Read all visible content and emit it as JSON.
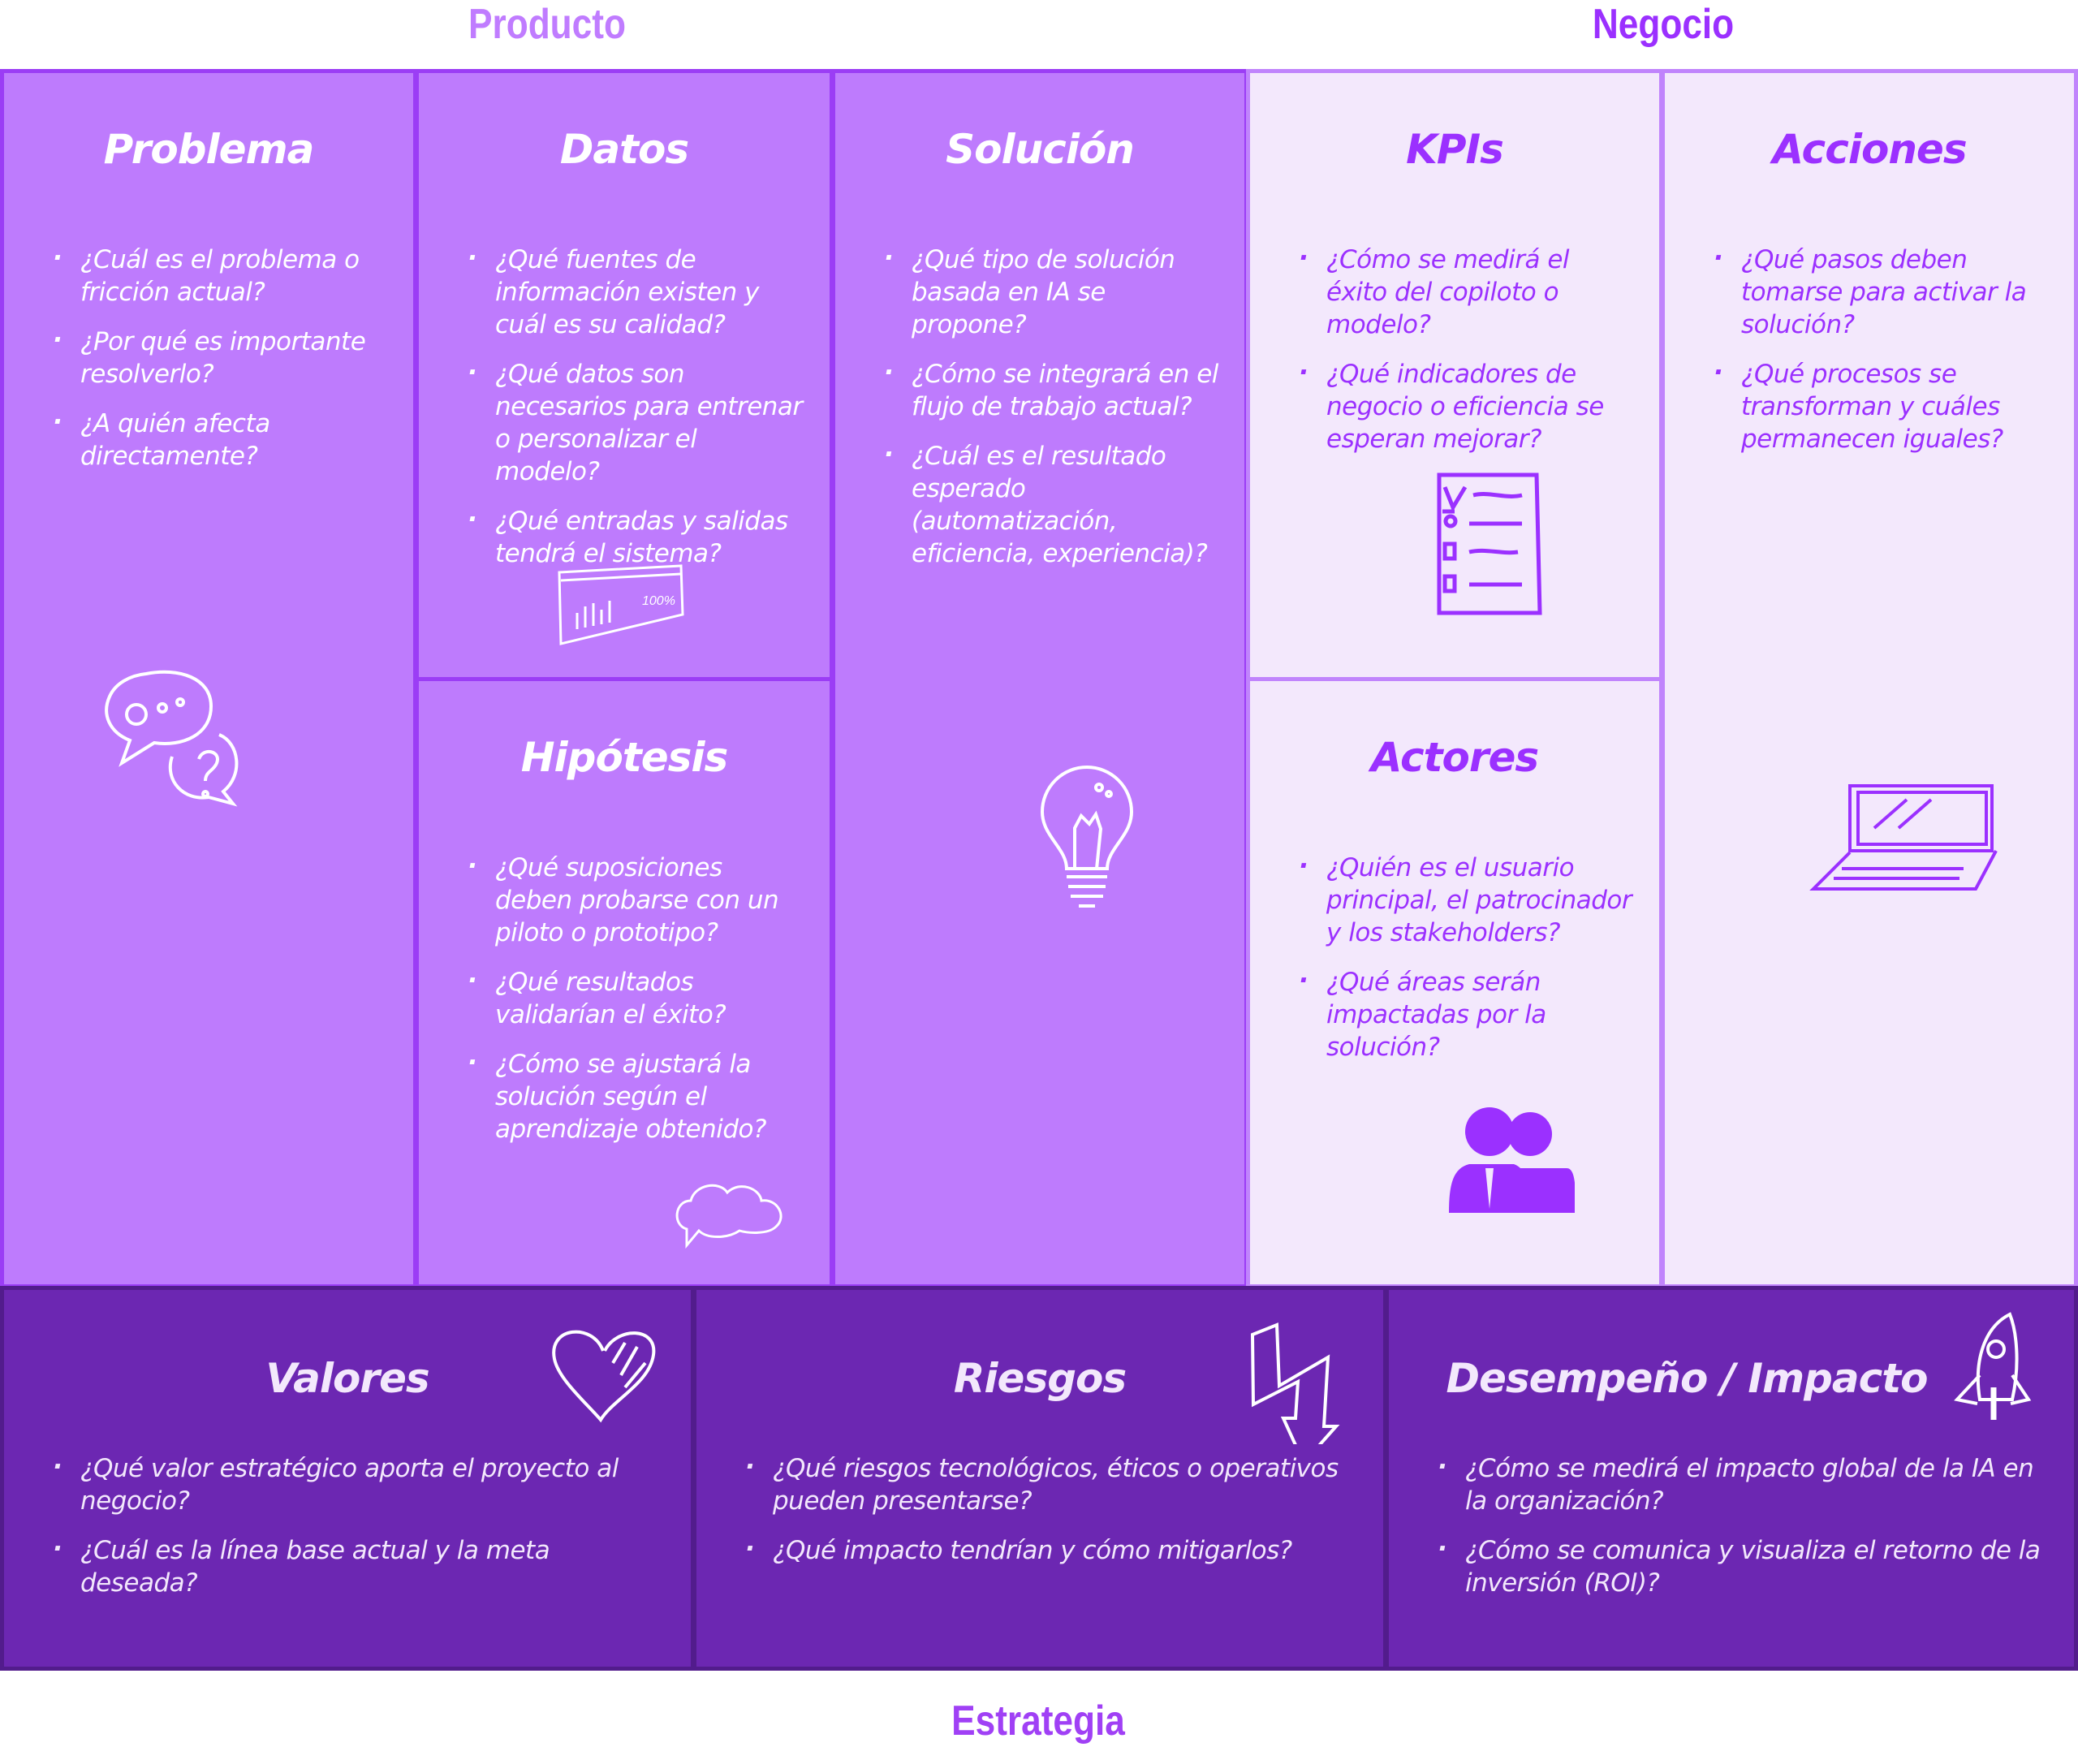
{
  "headers": {
    "producto": "Producto",
    "negocio": "Negocio",
    "estrategia": "Estrategia"
  },
  "colors": {
    "light": "#be7bfd",
    "pale": "#f3e8fc",
    "dark": "#6c27b2",
    "accent": "#9b30ff"
  },
  "cells": {
    "problema": {
      "title": "Problema",
      "items": [
        "¿Cuál es el problema o fricción actual?",
        "¿Por qué es importante resolverlo?",
        "¿A quién afecta directamente?"
      ],
      "icon": "speech-bubble-question-icon"
    },
    "datos": {
      "title": "Datos",
      "items": [
        "¿Qué fuentes de información existen y cuál es su calidad?",
        "¿Qué datos son necesarios para entrenar o personalizar el modelo?",
        "¿Qué entradas y salidas tendrá el sistema?"
      ],
      "icon": "chart-card-icon"
    },
    "hipotesis": {
      "title": "Hipótesis",
      "items": [
        "¿Qué suposiciones deben probarse con un piloto o prototipo?",
        "¿Qué resultados validarían el éxito?",
        "¿Cómo se ajustará la solución según el aprendizaje obtenido?"
      ],
      "icon": "cloud-bubble-icon"
    },
    "solucion": {
      "title": "Solución",
      "items": [
        "¿Qué tipo de solución basada en IA se propone?",
        "¿Cómo se integrará en el flujo de trabajo actual?",
        "¿Cuál es el resultado esperado (automatización, eficiencia, experiencia)?"
      ],
      "icon": "lightbulb-icon"
    },
    "kpis": {
      "title": "KPIs",
      "items": [
        "¿Cómo se medirá el éxito del copiloto o modelo?",
        "¿Qué indicadores de negocio o eficiencia se esperan mejorar?"
      ],
      "icon": "checklist-icon"
    },
    "actores": {
      "title": "Actores",
      "items": [
        "¿Quién es el usuario principal, el patrocinador y los stakeholders?",
        "¿Qué áreas serán impactadas por la solución?"
      ],
      "icon": "people-icon"
    },
    "acciones": {
      "title": "Acciones",
      "items": [
        "¿Qué pasos deben tomarse para activar la solución?",
        "¿Qué procesos se transforman y cuáles permanecen iguales?"
      ],
      "icon": "laptop-icon"
    },
    "valores": {
      "title": "Valores",
      "items": [
        "¿Qué valor estratégico aporta el proyecto al negocio?",
        "¿Cuál es la línea base actual y la meta deseada?"
      ],
      "icon": "heart-icon"
    },
    "riesgos": {
      "title": "Riesgos",
      "items": [
        "¿Qué riesgos tecnológicos, éticos o operativos pueden presentarse?",
        "¿Qué impacto tendrían y cómo mitigarlos?"
      ],
      "icon": "zigzag-arrow-icon"
    },
    "desempeno": {
      "title": "Desempeño / Impacto",
      "items": [
        "¿Cómo se medirá el impacto global de la IA en la organización?",
        "¿Cómo se comunica y visualiza el retorno de la inversión (ROI)?"
      ],
      "icon": "rocket-icon"
    }
  }
}
